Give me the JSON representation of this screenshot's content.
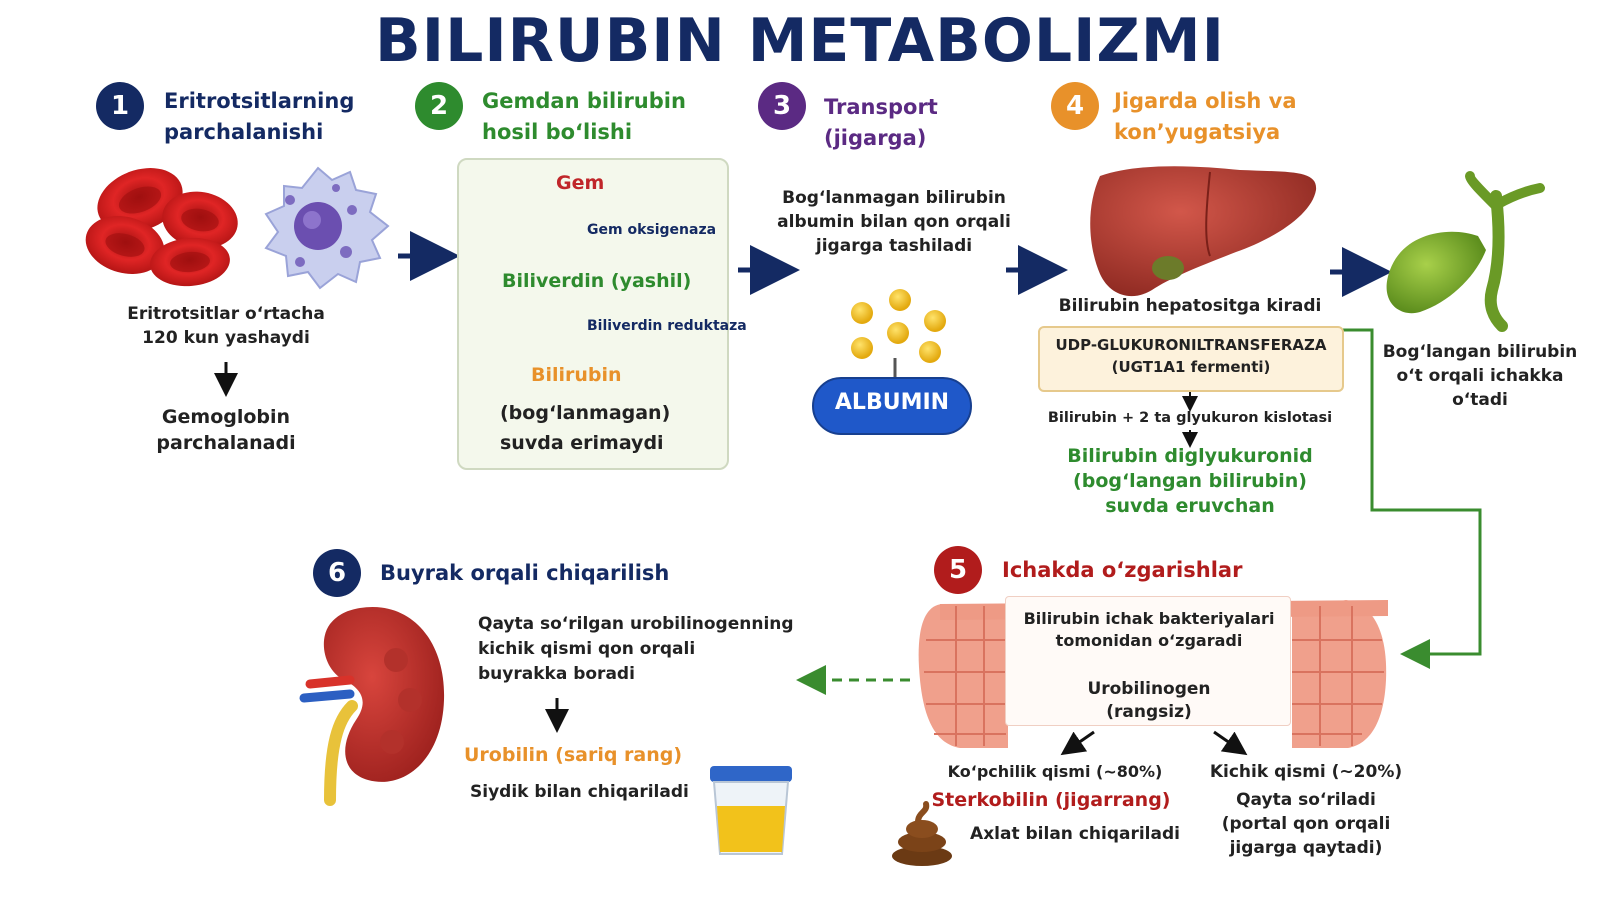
{
  "title": "BILIRUBIN METABOLIZMI",
  "colors": {
    "navy": "#142a63",
    "green": "#2e8b2e",
    "purple": "#5b2a83",
    "orange": "#e8912a",
    "red": "#b11c1c"
  },
  "steps": [
    {
      "num": "1",
      "title_l1": "Eritrotsitlarning",
      "title_l2": "parchalanishi",
      "color": "#142a63",
      "text_l1": "Eritrotsitlar o‘rtacha",
      "text_l2": "120 kun yashaydi",
      "result_l1": "Gemoglobin",
      "result_l2": "parchalanadi"
    },
    {
      "num": "2",
      "title_l1": "Gemdan bilirubin",
      "title_l2": "hosil bo‘lishi",
      "color": "#2e8b2e",
      "gem": "Gem",
      "enzyme1": "Gem oksigenaza",
      "biliverdin": "Biliverdin (yashil)",
      "enzyme2": "Biliverdin reduktaza",
      "bilirubin": "Bilirubin",
      "note_l1": "(bog‘lanmagan)",
      "note_l2": "suvda erimaydi"
    },
    {
      "num": "3",
      "title_l1": "Transport",
      "title_l2": "(jigarga)",
      "color": "#5b2a83",
      "text_l1": "Bog‘lanmagan bilirubin",
      "text_l2": "albumin bilan qon orqali",
      "text_l3": "jigarga tashiladi",
      "albumin": "ALBUMIN"
    },
    {
      "num": "4",
      "title_l1": "Jigarda olish va",
      "title_l2": "kon’yugatsiya",
      "color": "#e8912a",
      "enters": "Bilirubin hepatositga kiradi",
      "enzyme_l1": "UDP-GLUKURONILTRANSFERAZA",
      "enzyme_l2": "(UGT1A1 fermenti)",
      "reaction": "Bilirubin + 2 ta glyukuron kislotasi",
      "product_l1": "Bilirubin diglyukuronid",
      "product_l2": "(bog‘langan bilirubin)",
      "product_l3": "suvda eruvchan",
      "bile_l1": "Bog‘langan bilirubin",
      "bile_l2": "o‘t orqali ichakka",
      "bile_l3": "o‘tadi"
    },
    {
      "num": "5",
      "title": "Ichakda o‘zgarishlar",
      "color": "#b11c1c",
      "box_l1": "Bilirubin ichak bakteriyalari",
      "box_l2": "tomonidan o‘zgaradi",
      "uro_l1": "Urobilinogen",
      "uro_l2": "(rangsiz)",
      "left_pct": "Ko‘pchilik qismi (~80%)",
      "sterco": "Sterkobilin (jigarrang)",
      "feces": "Axlat bilan chiqariladi",
      "right_pct": "Kichik qismi (~20%)",
      "reabs_l1": "Qayta so‘riladi",
      "reabs_l2": "(portal qon orqali",
      "reabs_l3": "jigarga qaytadi)"
    },
    {
      "num": "6",
      "title": "Buyrak orqali chiqarilish",
      "color": "#142a63",
      "text_l1": "Qayta so‘rilgan urobilinogenning",
      "text_l2": "kichik qismi qon orqali",
      "text_l3": "buyrakka boradi",
      "urobilin": "Urobilin (sariq rang)",
      "urine": "Siydik bilan chiqariladi"
    }
  ]
}
